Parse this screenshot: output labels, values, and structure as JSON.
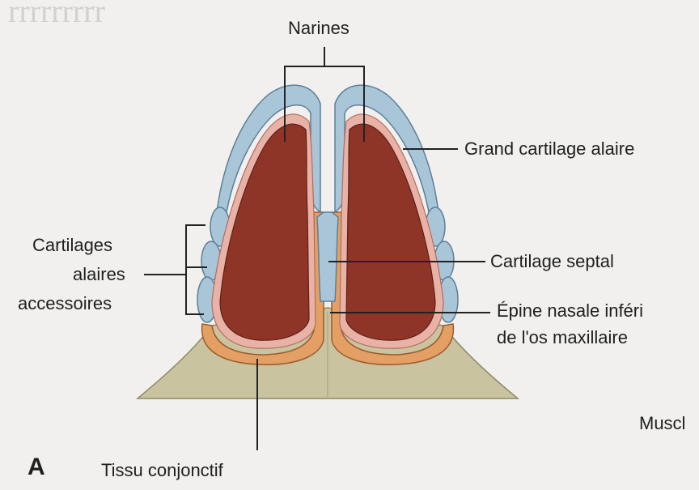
{
  "figure": {
    "panel_letter": "A",
    "labels": {
      "nostrils": "Narines",
      "major_alar_cartilage": "Grand cartilage alaire",
      "minor_alar_line1": "Cartilages",
      "minor_alar_line2": "alaires",
      "minor_alar_line3": "accessoires",
      "septal_cartilage": "Cartilage septal",
      "nasal_spine_line1": "Épine nasale inféri",
      "nasal_spine_line2": "de l'os maxillaire",
      "connective_tissue": "Tissu conjonctif",
      "cut_off_label": "Muscl"
    }
  },
  "colors": {
    "background": "#f1f0ee",
    "cartilage_blue": "#a9c6d9",
    "nostril_red": "#8e3528",
    "pink_lining": "#e8b3a6",
    "connective_orange": "#e4a064",
    "muscle_olive": "#c9c3a0"
  }
}
